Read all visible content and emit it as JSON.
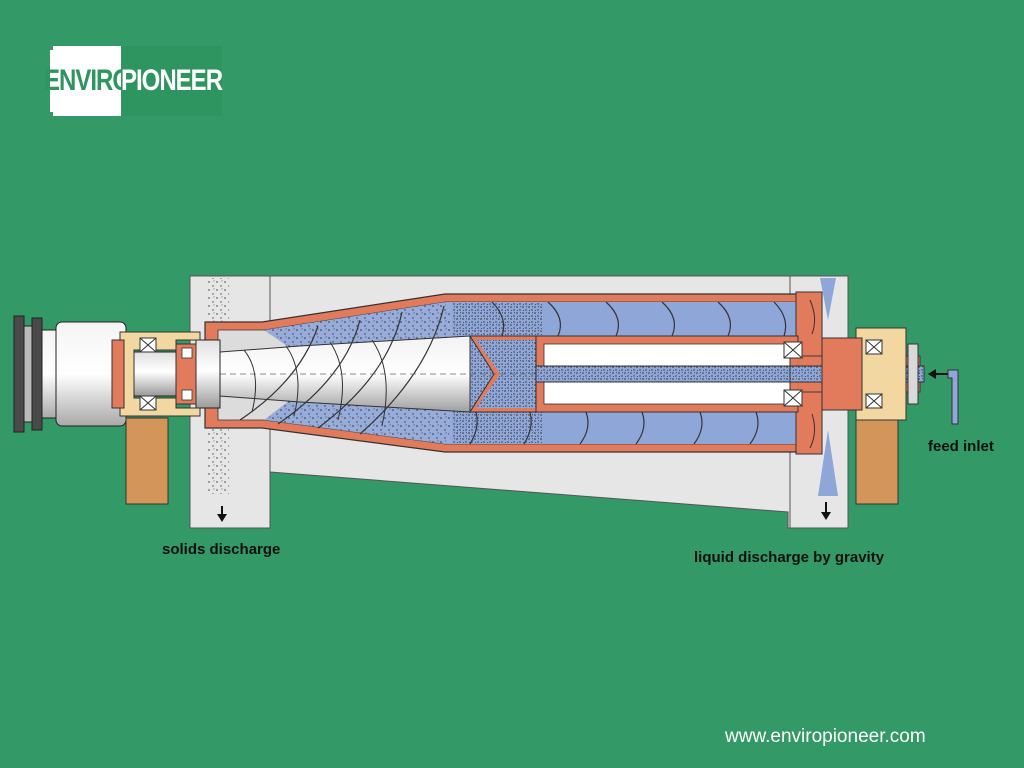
{
  "logo": {
    "part1": "ENVIRO",
    "part2": "PIONEER"
  },
  "labels": {
    "solids_discharge": "solids discharge",
    "liquid_discharge": "liquid discharge by gravity",
    "feed_inlet": "feed inlet"
  },
  "website": "www.enviropioneer.com",
  "colors": {
    "background": "#339966",
    "housing": "#e6e6e6",
    "bowl_wall": "#e27b5c",
    "liquid": "#8fa6d9",
    "solids": "#8fa6d9",
    "bearing": "#f2d7a0",
    "support": "#d4955a",
    "metal": "#d9d9d9"
  }
}
